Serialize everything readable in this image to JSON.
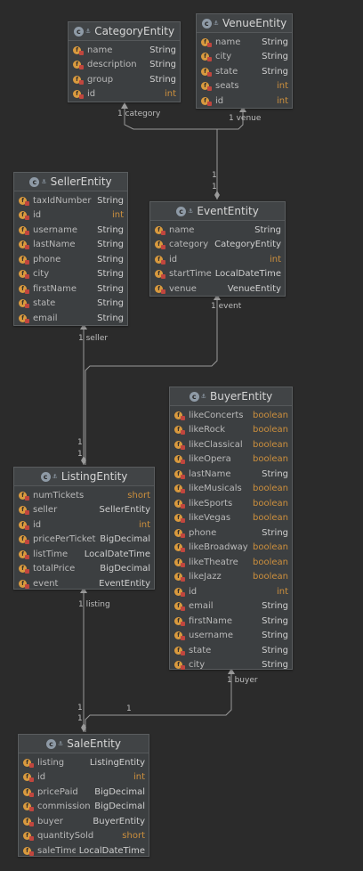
{
  "entities": {
    "category": {
      "name": "CategoryEntity",
      "fields": [
        {
          "name": "name",
          "type": "String",
          "primitive": false
        },
        {
          "name": "description",
          "type": "String",
          "primitive": false
        },
        {
          "name": "group",
          "type": "String",
          "primitive": false
        },
        {
          "name": "id",
          "type": "int",
          "primitive": true
        }
      ]
    },
    "venue": {
      "name": "VenueEntity",
      "fields": [
        {
          "name": "name",
          "type": "String",
          "primitive": false
        },
        {
          "name": "city",
          "type": "String",
          "primitive": false
        },
        {
          "name": "state",
          "type": "String",
          "primitive": false
        },
        {
          "name": "seats",
          "type": "int",
          "primitive": true
        },
        {
          "name": "id",
          "type": "int",
          "primitive": true
        }
      ]
    },
    "seller": {
      "name": "SellerEntity",
      "fields": [
        {
          "name": "taxIdNumber",
          "type": "String",
          "primitive": false
        },
        {
          "name": "id",
          "type": "int",
          "primitive": true
        },
        {
          "name": "username",
          "type": "String",
          "primitive": false
        },
        {
          "name": "lastName",
          "type": "String",
          "primitive": false
        },
        {
          "name": "phone",
          "type": "String",
          "primitive": false
        },
        {
          "name": "city",
          "type": "String",
          "primitive": false
        },
        {
          "name": "firstName",
          "type": "String",
          "primitive": false
        },
        {
          "name": "state",
          "type": "String",
          "primitive": false
        },
        {
          "name": "email",
          "type": "String",
          "primitive": false
        }
      ]
    },
    "event": {
      "name": "EventEntity",
      "fields": [
        {
          "name": "name",
          "type": "String",
          "primitive": false
        },
        {
          "name": "category",
          "type": "CategoryEntity",
          "primitive": false
        },
        {
          "name": "id",
          "type": "int",
          "primitive": true
        },
        {
          "name": "startTime",
          "type": "LocalDateTime",
          "primitive": false
        },
        {
          "name": "venue",
          "type": "VenueEntity",
          "primitive": false
        }
      ]
    },
    "buyer": {
      "name": "BuyerEntity",
      "fields": [
        {
          "name": "likeConcerts",
          "type": "boolean",
          "primitive": true
        },
        {
          "name": "likeRock",
          "type": "boolean",
          "primitive": true
        },
        {
          "name": "likeClassical",
          "type": "boolean",
          "primitive": true
        },
        {
          "name": "likeOpera",
          "type": "boolean",
          "primitive": true
        },
        {
          "name": "lastName",
          "type": "String",
          "primitive": false
        },
        {
          "name": "likeMusicals",
          "type": "boolean",
          "primitive": true
        },
        {
          "name": "likeSports",
          "type": "boolean",
          "primitive": true
        },
        {
          "name": "likeVegas",
          "type": "boolean",
          "primitive": true
        },
        {
          "name": "phone",
          "type": "String",
          "primitive": false
        },
        {
          "name": "likeBroadway",
          "type": "boolean",
          "primitive": true
        },
        {
          "name": "likeTheatre",
          "type": "boolean",
          "primitive": true
        },
        {
          "name": "likeJazz",
          "type": "boolean",
          "primitive": true
        },
        {
          "name": "id",
          "type": "int",
          "primitive": true
        },
        {
          "name": "email",
          "type": "String",
          "primitive": false
        },
        {
          "name": "firstName",
          "type": "String",
          "primitive": false
        },
        {
          "name": "username",
          "type": "String",
          "primitive": false
        },
        {
          "name": "state",
          "type": "String",
          "primitive": false
        },
        {
          "name": "city",
          "type": "String",
          "primitive": false
        }
      ]
    },
    "listing": {
      "name": "ListingEntity",
      "fields": [
        {
          "name": "numTickets",
          "type": "short",
          "primitive": true
        },
        {
          "name": "seller",
          "type": "SellerEntity",
          "primitive": false
        },
        {
          "name": "id",
          "type": "int",
          "primitive": true
        },
        {
          "name": "pricePerTicket",
          "type": "BigDecimal",
          "primitive": false
        },
        {
          "name": "listTime",
          "type": "LocalDateTime",
          "primitive": false
        },
        {
          "name": "totalPrice",
          "type": "BigDecimal",
          "primitive": false
        },
        {
          "name": "event",
          "type": "EventEntity",
          "primitive": false
        }
      ]
    },
    "sale": {
      "name": "SaleEntity",
      "fields": [
        {
          "name": "listing",
          "type": "ListingEntity",
          "primitive": false
        },
        {
          "name": "id",
          "type": "int",
          "primitive": true
        },
        {
          "name": "pricePaid",
          "type": "BigDecimal",
          "primitive": false
        },
        {
          "name": "commission",
          "type": "BigDecimal",
          "primitive": false
        },
        {
          "name": "buyer",
          "type": "BuyerEntity",
          "primitive": false
        },
        {
          "name": "quantitySold",
          "type": "short",
          "primitive": true
        },
        {
          "name": "saleTime",
          "type": "LocalDateTime",
          "primitive": false
        }
      ]
    }
  },
  "relation_labels": {
    "event_category": "1 category",
    "event_venue": "1 venue",
    "event_end_1": "1",
    "event_end_2": "1",
    "venue_end": "1",
    "listing_seller": "1 seller",
    "listing_seller_end": "1",
    "listing_seller_end_2": "1",
    "listing_event": "1 event",
    "sale_listing": "1 listing",
    "sale_buyer": "1 buyer",
    "sale_buyer_end": "1",
    "sale_end_1": "1",
    "sale_end_2": "1"
  },
  "colors": {
    "background": "#2b2b2b",
    "connector": "#9a9a9a",
    "field_icon": "#d99a3e",
    "primitive_type": "#cc8f3d",
    "class_icon": "#8e9aa6"
  }
}
